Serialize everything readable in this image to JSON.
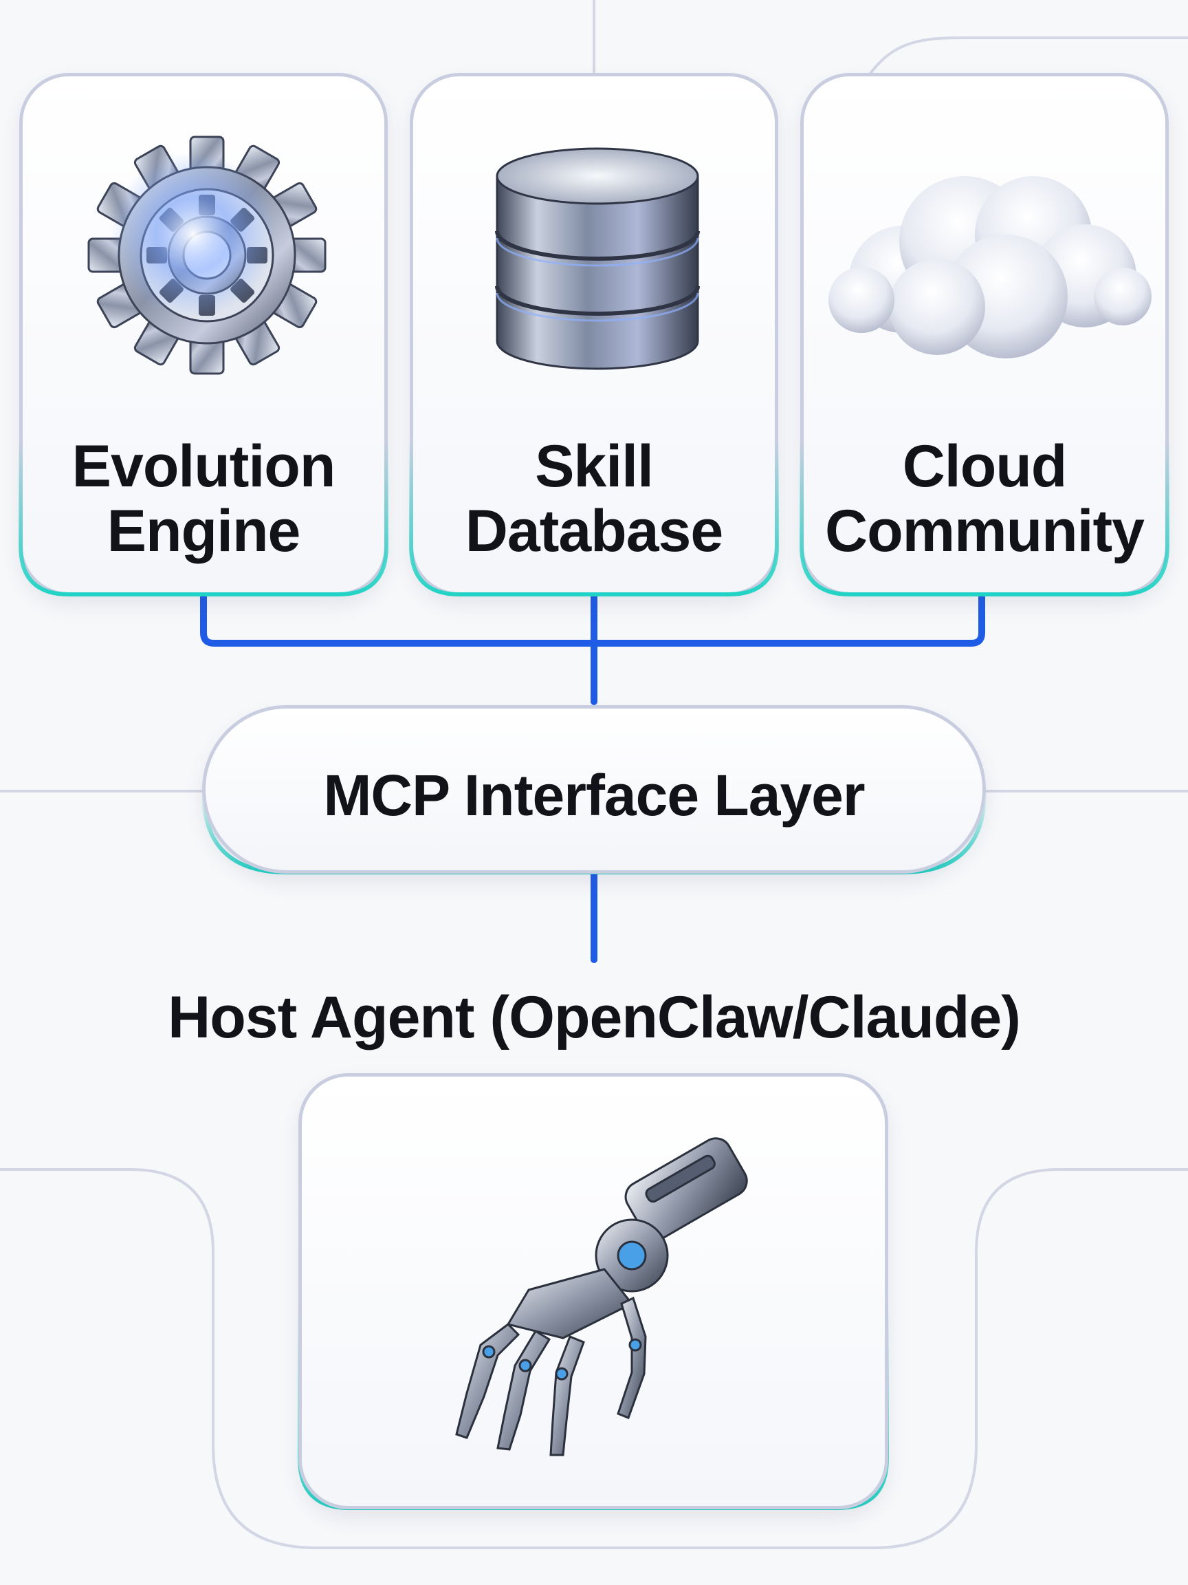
{
  "modules": [
    {
      "label_line1": "Evolution",
      "label_line2": "Engine",
      "icon": "gear-icon"
    },
    {
      "label_line1": "Skill",
      "label_line2": "Database",
      "icon": "database-icon"
    },
    {
      "label_line1": "Cloud",
      "label_line2": "Community",
      "icon": "cloud-icon"
    }
  ],
  "interface": {
    "label": "MCP Interface Layer"
  },
  "host": {
    "title": "Host Agent (OpenClaw/Claude)",
    "icon": "robotic-hand-icon"
  },
  "colors": {
    "connector": "#1f5ce6",
    "card_border": "#c9cde0",
    "card_accent": "#22d3c5",
    "background": "#f7f8fa",
    "text": "#111318"
  }
}
